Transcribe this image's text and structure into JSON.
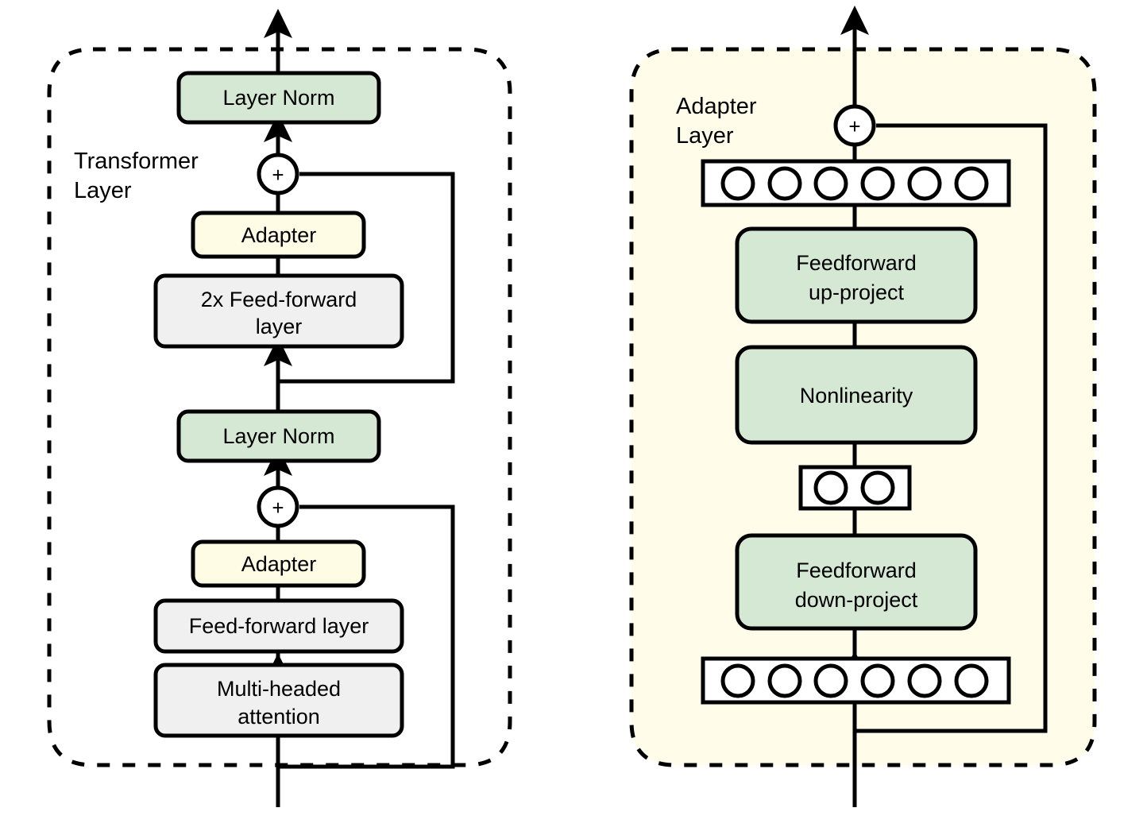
{
  "figure": {
    "type": "diagram",
    "title": "Transformer layer with adapter modules and adapter layer internals",
    "panels": [
      {
        "id": "left",
        "group_label": "Transformer\nLayer",
        "group_label_line1": "Transformer",
        "group_label_line2": "Layer",
        "container_style": "dashed-rounded",
        "container_fill": "#ffffff",
        "nodes": [
          {
            "id": "ln-top",
            "label": "Layer Norm",
            "label_line1": "Layer Norm",
            "label_line2": "",
            "fill": "#d5e8d4",
            "shape": "rounded-rect"
          },
          {
            "id": "add-top",
            "label": "+",
            "fill": "#ffffff",
            "shape": "circle"
          },
          {
            "id": "adapter-top",
            "label": "Adapter",
            "label_line1": "Adapter",
            "label_line2": "",
            "fill": "#fffce6",
            "shape": "rounded-rect"
          },
          {
            "id": "ff2x",
            "label": "2x Feed-forward layer",
            "label_line1": "2x Feed-forward",
            "label_line2": "layer",
            "fill": "#f0f0f0",
            "shape": "rounded-rect"
          },
          {
            "id": "ln-mid",
            "label": "Layer Norm",
            "label_line1": "Layer Norm",
            "label_line2": "",
            "fill": "#d5e8d4",
            "shape": "rounded-rect"
          },
          {
            "id": "add-bot",
            "label": "+",
            "fill": "#ffffff",
            "shape": "circle"
          },
          {
            "id": "adapter-bot",
            "label": "Adapter",
            "label_line1": "Adapter",
            "label_line2": "",
            "fill": "#fffce6",
            "shape": "rounded-rect"
          },
          {
            "id": "ff",
            "label": "Feed-forward layer",
            "label_line1": "Feed-forward layer",
            "label_line2": "",
            "fill": "#f0f0f0",
            "shape": "rounded-rect"
          },
          {
            "id": "mha",
            "label": "Multi-headed attention",
            "label_line1": "Multi-headed",
            "label_line2": "attention",
            "fill": "#f0f0f0",
            "shape": "rounded-rect"
          }
        ],
        "edges": [
          {
            "from": "input",
            "to": "mha",
            "kind": "arrow"
          },
          {
            "from": "mha",
            "to": "ff",
            "kind": "line"
          },
          {
            "from": "ff",
            "to": "adapter-bot",
            "kind": "line"
          },
          {
            "from": "adapter-bot",
            "to": "add-bot",
            "kind": "line"
          },
          {
            "from": "add-bot",
            "to": "ln-mid",
            "kind": "arrow"
          },
          {
            "from": "ln-mid",
            "to": "ff2x",
            "kind": "arrow"
          },
          {
            "from": "ff2x",
            "to": "adapter-top",
            "kind": "line"
          },
          {
            "from": "adapter-top",
            "to": "add-top",
            "kind": "line"
          },
          {
            "from": "add-top",
            "to": "ln-top",
            "kind": "arrow"
          },
          {
            "from": "ln-top",
            "to": "output",
            "kind": "arrow"
          },
          {
            "from": "add-bot",
            "to": "mha-input",
            "kind": "residual-skip"
          },
          {
            "from": "add-top",
            "to": "ln-mid-out",
            "kind": "residual-skip"
          }
        ]
      },
      {
        "id": "right",
        "group_label": "Adapter\nLayer",
        "group_label_line1": "Adapter",
        "group_label_line2": "Layer",
        "container_style": "dashed-rounded",
        "container_fill": "#fffcea",
        "nodes": [
          {
            "id": "add",
            "label": "+",
            "fill": "#ffffff",
            "shape": "circle"
          },
          {
            "id": "units-top",
            "label": "",
            "fill": "#ffffff",
            "shape": "unit-row",
            "units": 6
          },
          {
            "id": "ff-up",
            "label": "Feedforward up-project",
            "label_line1": "Feedforward",
            "label_line2": "up-project",
            "fill": "#d5e8d4",
            "shape": "rounded-rect"
          },
          {
            "id": "nonlin",
            "label": "Nonlinearity",
            "label_line1": "Nonlinearity",
            "label_line2": "",
            "fill": "#d5e8d4",
            "shape": "rounded-rect"
          },
          {
            "id": "units-mid",
            "label": "",
            "fill": "#ffffff",
            "shape": "unit-row",
            "units": 2
          },
          {
            "id": "ff-down",
            "label": "Feedforward down-project",
            "label_line1": "Feedforward",
            "label_line2": "down-project",
            "fill": "#d5e8d4",
            "shape": "rounded-rect"
          },
          {
            "id": "units-bot",
            "label": "",
            "fill": "#ffffff",
            "shape": "unit-row",
            "units": 6
          }
        ],
        "edges": [
          {
            "from": "input",
            "to": "units-bot",
            "kind": "arrow"
          },
          {
            "from": "units-bot",
            "to": "ff-down",
            "kind": "line"
          },
          {
            "from": "ff-down",
            "to": "units-mid",
            "kind": "line"
          },
          {
            "from": "units-mid",
            "to": "nonlin",
            "kind": "line"
          },
          {
            "from": "nonlin",
            "to": "ff-up",
            "kind": "line"
          },
          {
            "from": "ff-up",
            "to": "units-top",
            "kind": "line"
          },
          {
            "from": "units-top",
            "to": "add",
            "kind": "line"
          },
          {
            "from": "add",
            "to": "output",
            "kind": "arrow"
          },
          {
            "from": "add",
            "to": "input",
            "kind": "residual-skip"
          }
        ]
      }
    ],
    "colors": {
      "green_fill": "#d5e8d4",
      "cream_fill": "#fffce6",
      "gray_fill": "#f0f0f0",
      "panel_cream": "#fffcea",
      "stroke": "#000000",
      "canvas": "#ffffff"
    }
  }
}
